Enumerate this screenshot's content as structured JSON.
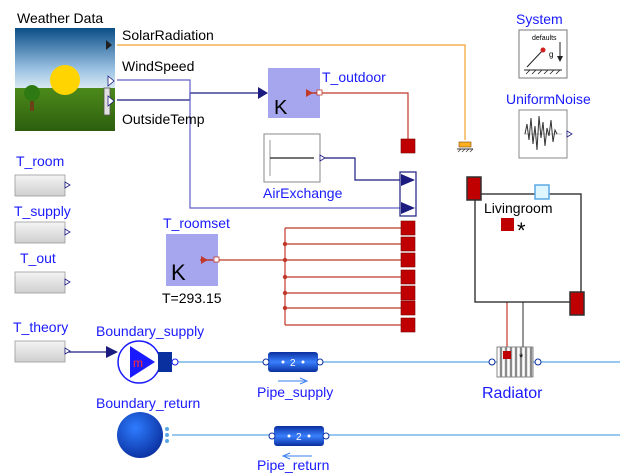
{
  "diagram": {
    "weather": {
      "title": "Weather Data",
      "out_solar": "SolarRadiation",
      "out_wind": "WindSpeed",
      "out_temp": "OutsideTemp"
    },
    "t_outdoor": {
      "label": "T_outdoor",
      "glyph": "K"
    },
    "t_roomset": {
      "label": "T_roomset",
      "glyph": "K",
      "param": "T=293.15"
    },
    "air_exchange": {
      "label": "AirExchange"
    },
    "system": {
      "label": "System",
      "icon_text_defaults": "defaults",
      "icon_text_g": "g"
    },
    "uniform_noise": {
      "label": "UniformNoise"
    },
    "outputs": {
      "t_room": "T_room",
      "t_supply": "T_supply",
      "t_out": "T_out",
      "t_theory": "T_theory"
    },
    "livingroom": {
      "label": "Livingroom",
      "star": "*"
    },
    "boundary_supply": {
      "label": "Boundary_supply",
      "glyph": "m"
    },
    "boundary_return": {
      "label": "Boundary_return"
    },
    "pipe_supply": {
      "label": "Pipe_supply",
      "glyph": "2"
    },
    "pipe_return": {
      "label": "Pipe_return",
      "glyph": "2"
    },
    "radiator": {
      "label": "Radiator"
    },
    "colors": {
      "label_blue": "#1a1aff",
      "signal_blue": "#1c1c80",
      "thermal_red": "#c0392b",
      "connector_red": "#c00000",
      "fluid_blue": "#5aa8e6",
      "solar_orange": "#f0a030",
      "gain_block": "#a6a6ee"
    }
  }
}
